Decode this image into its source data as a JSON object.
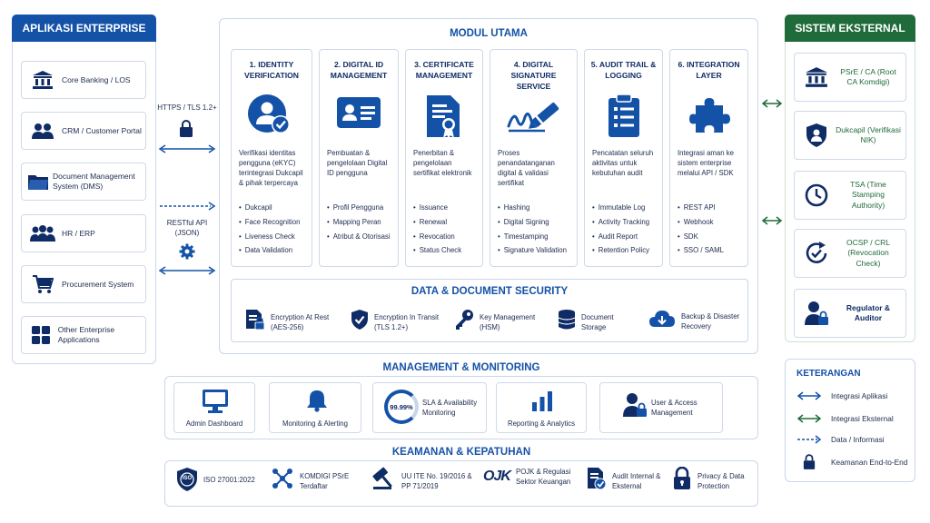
{
  "left_panel": {
    "title": "APLIKASI ENTERPRISE",
    "items": [
      {
        "label": "Core Banking / LOS",
        "icon": "bank-icon"
      },
      {
        "label": "CRM / Customer Portal",
        "icon": "users-icon"
      },
      {
        "label": "Document Management System (DMS)",
        "icon": "folder-icon"
      },
      {
        "label": "HR / ERP",
        "icon": "team-icon"
      },
      {
        "label": "Procurement System",
        "icon": "cart-icon"
      },
      {
        "label": "Other Enterprise Applications",
        "icon": "apps-icon"
      }
    ]
  },
  "connectors": {
    "top_label": "HTTPS / TLS 1.2+",
    "bottom_label": "RESTful API (JSON)"
  },
  "modul_utama": {
    "title": "MODUL UTAMA",
    "modules": [
      {
        "title": "1. IDENTITY VERIFICATION",
        "desc": "Verifikasi identitas pengguna (eKYC) terintegrasi Dukcapil & pihak terpercaya",
        "items": [
          "Dukcapil",
          "Face Recognition",
          "Liveness Check",
          "Data Validation"
        ]
      },
      {
        "title": "2. DIGITAL ID MANAGEMENT",
        "desc": "Pembuatan & pengelolaan Digital ID pengguna",
        "items": [
          "Profil Pengguna",
          "Mapping Peran",
          "Atribut & Otorisasi"
        ]
      },
      {
        "title": "3. CERTIFICATE MANAGEMENT",
        "desc": "Penerbitan & pengelolaan sertifikat elektronik",
        "items": [
          "Issuance",
          "Renewal",
          "Revocation",
          "Status Check"
        ]
      },
      {
        "title": "4. DIGITAL SIGNATURE SERVICE",
        "desc": "Proses penandatanganan digital & validasi sertifikat",
        "items": [
          "Hashing",
          "Digital Signing",
          "Timestamping",
          "Signature Validation"
        ]
      },
      {
        "title": "5. AUDIT TRAIL & LOGGING",
        "desc": "Pencatatan seluruh aktivitas untuk kebutuhan audit",
        "items": [
          "Immutable Log",
          "Activity Tracking",
          "Audit Report",
          "Retention Policy"
        ]
      },
      {
        "title": "6. INTEGRATION LAYER",
        "desc": "Integrasi aman ke sistem enterprise melalui API / SDK",
        "items": [
          "REST API",
          "Webhook",
          "SDK",
          "SSO / SAML"
        ]
      }
    ]
  },
  "data_security": {
    "title": "DATA & DOCUMENT SECURITY",
    "items": [
      {
        "label": "Encryption At Rest (AES-256)"
      },
      {
        "label": "Encryption In Transit (TLS 1.2+)"
      },
      {
        "label": "Key Management (HSM)"
      },
      {
        "label": "Document Storage"
      },
      {
        "label": "Backup & Disaster Recovery"
      }
    ]
  },
  "management": {
    "title": "MANAGEMENT & MONITORING",
    "items": [
      {
        "label": "Admin Dashboard"
      },
      {
        "label": "Monitoring & Alerting"
      },
      {
        "label": "SLA & Availability Monitoring",
        "badge": "99.99%"
      },
      {
        "label": "Reporting & Analytics"
      },
      {
        "label": "User & Access Management"
      }
    ]
  },
  "keamanan": {
    "title": "KEAMANAN & KEPATUHAN",
    "items": [
      {
        "label": "ISO 27001:2022",
        "badge": "ISO"
      },
      {
        "label": "KOMDIGI PSrE Terdaftar"
      },
      {
        "label": "UU ITE No. 19/2016 & PP 71/2019"
      },
      {
        "label": "POJK & Regulasi Sektor Keuangan",
        "badge": "OJK"
      },
      {
        "label": "Audit Internal & Eksternal"
      },
      {
        "label": "Privacy & Data Protection"
      }
    ]
  },
  "external": {
    "title": "SISTEM EKSTERNAL",
    "items": [
      {
        "label": "PSrE / CA (Root CA Komdigi)"
      },
      {
        "label": "Dukcapil (Verifikasi NIK)"
      },
      {
        "label": "TSA (Time Stamping Authority)"
      },
      {
        "label": "OCSP / CRL (Revocation Check)"
      },
      {
        "label": "Regulator & Auditor"
      }
    ]
  },
  "legend": {
    "title": "KETERANGAN",
    "items": [
      {
        "label": "Integrasi Aplikasi"
      },
      {
        "label": "Integrasi Eksternal"
      },
      {
        "label": "Data / Informasi"
      },
      {
        "label": "Keamanan End-to-End"
      }
    ]
  },
  "colors": {
    "primary": "#1452a8",
    "dark": "#0f2c66",
    "green": "#1f6b3a",
    "border": "#c9d6ea"
  }
}
